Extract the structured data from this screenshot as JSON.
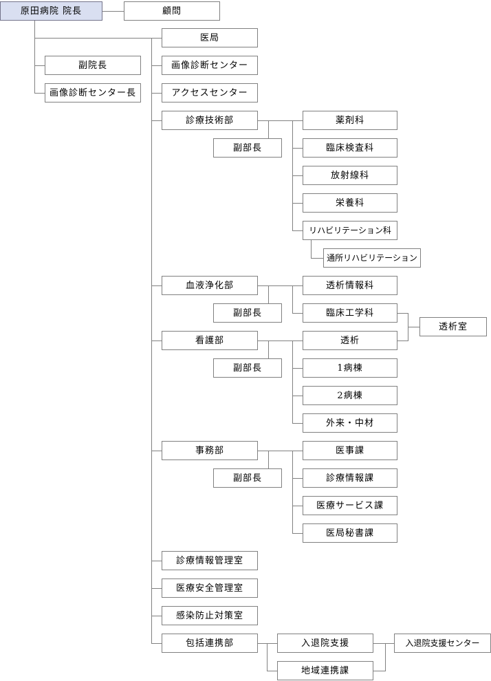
{
  "palette": {
    "root_fill": "#d9dff1",
    "box_border": "#7f7f7f",
    "connector_line": "#808080",
    "text": "#000000",
    "background": "#ffffff"
  },
  "org": {
    "root": {
      "label": "原田病院 院長"
    },
    "advisor": {
      "label": "顧問"
    },
    "executives": [
      {
        "label": "副院長"
      },
      {
        "label": "画像診断センター長"
      }
    ],
    "departments": [
      {
        "label": "医局"
      },
      {
        "label": "画像診断センター"
      },
      {
        "label": "アクセスセンター"
      },
      {
        "label": "診療技術部",
        "deputy": "副部長",
        "children": [
          {
            "label": "薬剤科"
          },
          {
            "label": "臨床検査科"
          },
          {
            "label": "放射線科"
          },
          {
            "label": "栄養科"
          },
          {
            "label": "リハビリテーション科",
            "children": [
              {
                "label": "通所リハビリテーション"
              }
            ]
          }
        ]
      },
      {
        "label": "血液浄化部",
        "deputy": "副部長",
        "children": [
          {
            "label": "透析情報科"
          },
          {
            "label": "臨床工学科"
          }
        ]
      },
      {
        "label": "看護部",
        "deputy": "副部長",
        "children": [
          {
            "label": "透析"
          },
          {
            "label": "1病棟"
          },
          {
            "label": "2病棟"
          },
          {
            "label": "外来・中材"
          }
        ]
      },
      {
        "label": "事務部",
        "deputy": "副部長",
        "children": [
          {
            "label": "医事課"
          },
          {
            "label": "診療情報課"
          },
          {
            "label": "医療サービス課"
          },
          {
            "label": "医局秘書課"
          }
        ]
      },
      {
        "label": "診療情報管理室"
      },
      {
        "label": "医療安全管理室"
      },
      {
        "label": "感染防止対策室"
      },
      {
        "label": "包括連携部",
        "children": [
          {
            "label": "入退院支援"
          },
          {
            "label": "地域連携課"
          }
        ]
      }
    ],
    "cross_links": {
      "dialysis_room": {
        "label": "透析室",
        "connects": [
          "臨床工学科",
          "透析"
        ]
      },
      "admission_discharge_center": {
        "label": "入退院支援センター",
        "connects": [
          "入退院支援",
          "地域連携課"
        ]
      }
    }
  }
}
